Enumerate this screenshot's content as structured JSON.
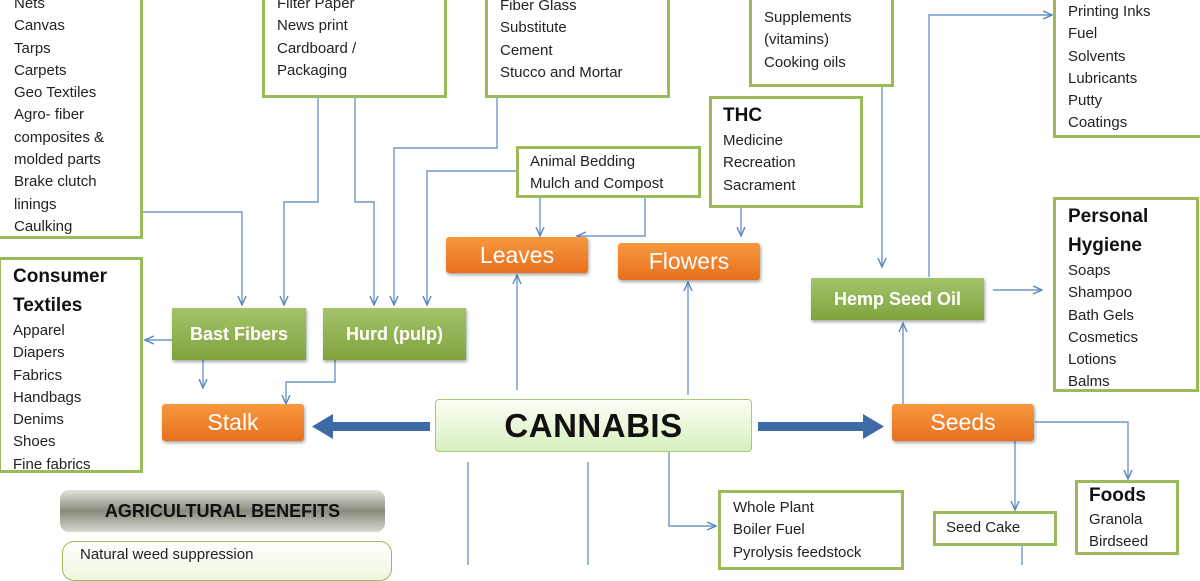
{
  "center_label": "CANNABIS",
  "nodes": {
    "stalk": "Stalk",
    "leaves": "Leaves",
    "flowers": "Flowers",
    "seeds": "Seeds",
    "bast_fibers": "Bast Fibers",
    "hurd": "Hurd (pulp)",
    "hemp_seed_oil": "Hemp Seed Oil"
  },
  "boxes": {
    "industrial_textiles": [
      "Nets",
      "Canvas",
      "Tarps",
      "Carpets",
      "Geo Textiles",
      "Agro- fiber",
      "composites &",
      "molded parts",
      "Brake clutch",
      "linings",
      "Caulking"
    ],
    "paper": [
      "Filter Paper",
      "News print",
      "Cardboard /",
      "Packaging"
    ],
    "building": [
      "Fiber Glass",
      "Substitute",
      "Cement",
      "Stucco and Mortar"
    ],
    "supplements": [
      "Supplements",
      "(vitamins)",
      "Cooking oils"
    ],
    "industrial_oils": [
      "Printing Inks",
      "Fuel",
      "Solvents",
      "Lubricants",
      "Putty",
      "Coatings"
    ],
    "bedding": [
      "Animal Bedding",
      "Mulch and Compost"
    ],
    "thc": {
      "title": "THC",
      "items": [
        "Medicine",
        "Recreation",
        "Sacrament"
      ]
    },
    "personal_hygiene": {
      "title_lines": [
        "Personal",
        "Hygiene"
      ],
      "items": [
        "Soaps",
        "Shampoo",
        "Bath Gels",
        "Cosmetics",
        "Lotions",
        "Balms"
      ]
    },
    "consumer_textiles": {
      "title_lines": [
        "Consumer",
        "Textiles"
      ],
      "items": [
        "Apparel",
        "Diapers",
        "Fabrics",
        "Handbags",
        "Denims",
        "Shoes",
        "Fine fabrics"
      ]
    },
    "whole_plant": [
      "Whole Plant",
      "Boiler Fuel",
      "Pyrolysis feedstock"
    ],
    "seed_cake": [
      "Seed Cake"
    ],
    "foods": {
      "title": "Foods",
      "items": [
        "Granola",
        "Birdseed"
      ]
    }
  },
  "agricultural": {
    "title": "AGRICULTURAL BENEFITS",
    "items": [
      "Natural weed suppression"
    ]
  },
  "colors": {
    "box_border": "#9bbb59",
    "orange_node": "#e8701d",
    "green_node": "#7fa33e",
    "connector": "#4f81bd",
    "big_arrow": "#2e5c96"
  }
}
